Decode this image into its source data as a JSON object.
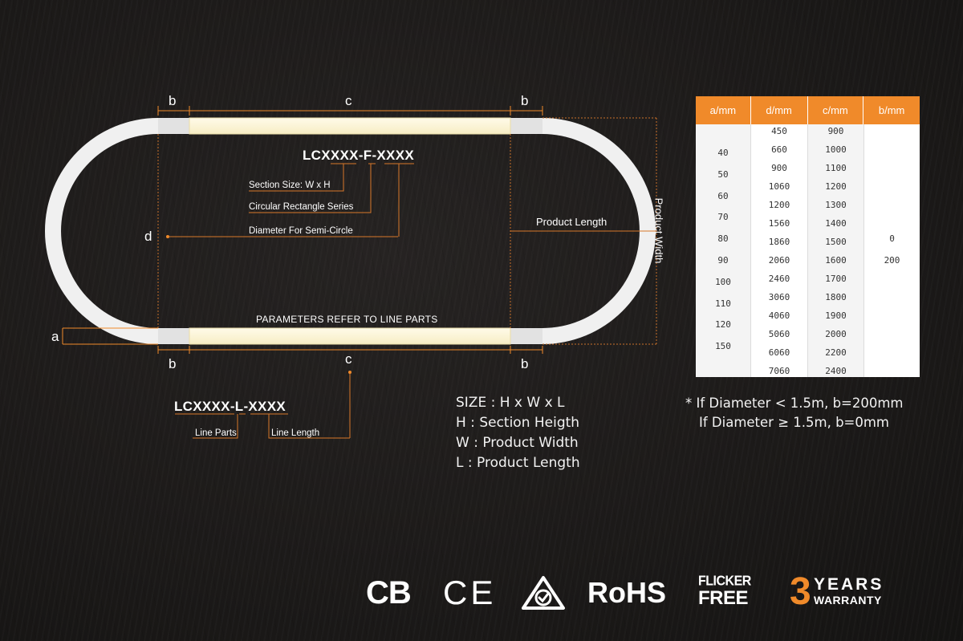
{
  "dimensions": {
    "b_top_left": "b",
    "c_top": "c",
    "b_top_right": "b",
    "d": "d",
    "a": "a",
    "b_bottom_left": "b",
    "c_bottom": "c",
    "b_bottom_right": "b"
  },
  "circular_code": {
    "code": "LCXXXX-F-XXXX",
    "section_size": "Section Size: W x H",
    "series": "Circular Rectangle Series",
    "diameter": "Diameter For Semi-Circle"
  },
  "product_length": "Product Length",
  "product_width": "Product Width",
  "line_parts_note": "PARAMETERS REFER TO LINE PARTS",
  "line_code": {
    "code": "LCXXXX-L-XXXX",
    "line_parts": "Line Parts",
    "line_length": "Line Length"
  },
  "size_legend": [
    "SIZE : H x W x L",
    "H  : Section Heigth",
    "W : Product Width",
    "L   : Product Length"
  ],
  "table": {
    "headers": [
      "a/mm",
      "d/mm",
      "c/mm",
      "b/mm"
    ],
    "a_values": [
      "40",
      "50",
      "60",
      "70",
      "80",
      "90",
      "100",
      "110",
      "120",
      "150"
    ],
    "d_values": [
      "450",
      "660",
      "900",
      "1060",
      "1200",
      "1560",
      "1860",
      "2060",
      "2460",
      "3060",
      "4060",
      "5060",
      "6060",
      "7060"
    ],
    "c_values": [
      "900",
      "1000",
      "1100",
      "1200",
      "1300",
      "1400",
      "1500",
      "1600",
      "1700",
      "1800",
      "1900",
      "2000",
      "2200",
      "2400"
    ],
    "b_values": [
      "0",
      "200"
    ]
  },
  "notes": [
    "* If Diameter < 1.5m, b=200mm",
    "If Diameter ≥ 1.5m, b=0mm"
  ],
  "certifications": {
    "cb": "CB",
    "ce": "CE",
    "rohs": "RoHS",
    "flicker_1": "FLICKER",
    "flicker_2": "FREE",
    "years_num": "3",
    "years": "YEARS",
    "warranty": "WARRANTY"
  },
  "colors": {
    "accent": "#f08a2a",
    "leader": "#d8782a",
    "led_strip": "#fff5d6",
    "profile": "#f0f0f0"
  }
}
